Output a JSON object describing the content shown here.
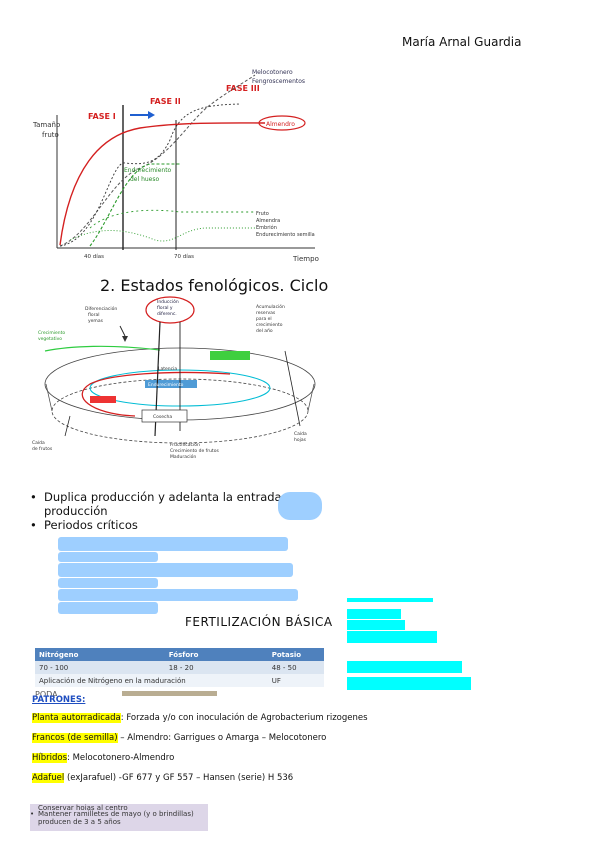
{
  "author": "María Arnal Guardia",
  "section_title": "2. Estados fenológicos. Ciclo",
  "growth_chart": {
    "y_label_1": "Tamaño",
    "y_label_2": "fruto",
    "x_label": "Tiempo",
    "phase_1": "FASE I",
    "phase_2": "FASE II",
    "phase_3": "FASE III",
    "tick_1": "40 días",
    "tick_2": "70 días",
    "label_top_1": "Melocotonero",
    "label_top_2": "Fengroscementos",
    "label_almendro": "Almendro",
    "label_green": "Endurecimiento",
    "label_green_2": "del hueso",
    "legend": [
      "Fruto",
      "Almendra",
      "Embrión",
      "Endurecimiento semilla"
    ]
  },
  "cycle_diagram": {
    "top_label": [
      "Inducción",
      "floral y",
      "diferenc."
    ],
    "left_top": [
      "Diferenciación",
      "floral",
      "yemas"
    ],
    "left_green": [
      "Crecimiento",
      "vegetativo"
    ],
    "right_top": [
      "Acumulación",
      "reservas",
      "para el",
      "crecimiento",
      "del año"
    ],
    "center": "Latencia",
    "center_cyan": "Endurecimiento",
    "bottom_label": "Cosecha",
    "right_bottom": [
      "Caída",
      "hojas"
    ],
    "bottom_left": [
      "Caída",
      "de frutos"
    ],
    "bottom_center": [
      "Fructificación",
      "Crecimiento de frutos",
      "Maduración"
    ]
  },
  "bullets": {
    "item_1_line1": "Duplica producción y adelanta la entrada en",
    "item_1_line2": "producción",
    "item_2": "Periodos críticos"
  },
  "fertilizacion": {
    "title": "FERTILIZACIÓN BÁSICA",
    "headers": [
      "Nitrógeno",
      "Fósforo",
      "Potasio"
    ],
    "row1": [
      "70 - 100",
      "18 - 20",
      "48 - 50"
    ],
    "row2_label": "Aplicación de Nitrógeno en la maduración",
    "row2_value": "UF"
  },
  "patrones": {
    "heading": "PATRONES:",
    "line1_key": "Planta autorradicada",
    "line1_rest": ": Forzada y/o con inoculación de Agrobacterium rizogenes",
    "line2_key": "Francos (de semilla)",
    "line2_rest": " – Almendro: Garrigues o Amarga – Melocotonero",
    "line3_key": "Híbridos",
    "line3_rest": ": Melocotonero-Almendro",
    "line4_key": "Adafuel",
    "line4_rest": " (exJarafuel) -GF 677 y GF 557 – Hansen (serie) H 536"
  },
  "poda_peek": "PODA",
  "lower_bullets": {
    "line0": "Conservar hojas al centro",
    "line1": "Mantener ramilletes de mayo (y o brindillas)",
    "line2": "producen de 3 a 5 años"
  },
  "colors": {
    "highlight": "#ffff00",
    "cyan_marker": "#00ffff",
    "blue_marker": "#9ecfff",
    "table_header": "#4f81bd",
    "patrones_heading": "#1f4ec0"
  }
}
